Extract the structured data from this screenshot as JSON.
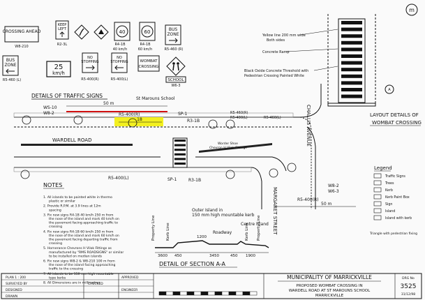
{
  "signs": {
    "crossing_ahead": "CROSSING AHEAD",
    "w8_210": "W8-210",
    "keep_left_a": "KEEP",
    "keep_left_b": "LEFT",
    "r2_3l": "R2-3L",
    "s40": "40",
    "s60": "60",
    "r4_1b_40": "R4-1B",
    "r4_1b_40_desc": "40 km/h",
    "r4_1b_60": "R4-1B",
    "r4_1b_60_desc": "60 km/h",
    "bus_zone_a": "BUS",
    "bus_zone_b": "ZONE",
    "r5_460r": "R5-460 (R)",
    "bus_zone2_a": "BUS",
    "bus_zone2_b": "ZONE",
    "r5_460l": "R5-460 (L)",
    "speed_num": "25",
    "speed_unit": "km/h",
    "no_stopping_a": "NO",
    "no_stopping_b": "STOPPING",
    "no_stopping_r": "R5-400(R)",
    "no_stopping_l": "R5-400(L)",
    "wombat_a": "WOMBAT",
    "wombat_b": "CROSSING",
    "school": "SCHOOL",
    "w6_3": "W6-3"
  },
  "crossing_notes": [
    "Yellow line 200 mm wide",
    "Both sides",
    "Concrete Ramp",
    "Black Oxide Concrete Threshold with",
    "Pedestrian Crossing Painted White"
  ],
  "headings": {
    "details_signs": "DETAILS OF TRAFFIC SIGNS",
    "layout_1": "LAYOUT DETAILS OF",
    "layout_2": "WOMBAT CROSSING",
    "notes": "NOTES",
    "section": "DETAIL OF SECTION A-A",
    "legend": "Legend"
  },
  "plan": {
    "school": "St Marouns School",
    "wardell": "WARDELL ROAD",
    "challis": "CHALLIS AVENUE",
    "margaret": "MARGARET STREET",
    "dist_50": "50 m",
    "dist_18": "18",
    "ws10": "WS-10",
    "w82": "W8-2",
    "r5400r": "R5-400(R)",
    "r5400l": "R5-400(L)",
    "r5460r": "R5-460(R)",
    "r5460l": "R5-460(L)",
    "sp1": "SP-1",
    "r31b": "R3-1B",
    "worder": "Worder Shoe",
    "chevron": "Chevron H Vilok Fittings",
    "w82b": "W8-2",
    "r5400r2": "R5-400(R)",
    "dist_50b": "50 m",
    "w63": "W6-3"
  },
  "notes": [
    "1. All islands to be painted white in thermo plastic or similar",
    "2. Provide R.P.M. at 3.9 lines at 12m spacing",
    "3. Fix new signs R4-1B 40 km/h 250 m from the nose of the island and mark 40 km/h on the pavement facing approaching traffic to crossing",
    "4. Fix new signs R4-1B 60 km/h 250 m from the nose of the island and mark 60 km/h on the pavement facing departing traffic from crossing",
    "5. Hornerance Chevrons H Vilok Fittings as manufactured by \"RMS ROADSIGNS\" or similar to be installed on median islands",
    "6. Fix new signs W8-2 & W8-210 100 m from the nose of the island facing approaching traffic to the crossing",
    "7. All islands to be 150 mm high mountable type kerbs",
    "8. All Dimensions are in millimetres"
  ],
  "section": {
    "outer1": "Outer Island in",
    "outer2": "150 mm high mountable kerb",
    "centre": "Centre Island",
    "roadway": "Roadway",
    "prop_left": "Property Line",
    "kerb_left": "Kerb Line",
    "kerb_right": "Kerb Line",
    "prop_right": "Property Line",
    "d3600": "3600",
    "d450a": "450",
    "d1200": "1200",
    "d3450": "3450",
    "d450b": "450",
    "d1900": "1900"
  },
  "legend_items": [
    "Traffic Signs",
    "Trees",
    "Kerb",
    "Kerb Paint Box",
    "Sign",
    "Island",
    "Island with kerb"
  ],
  "legend_footnote": "Triangle with pedestrian fixing",
  "title_block": {
    "municipality": "MUNICIPALITY OF MARRICKVILLE",
    "line1": "PROPOSED WOMBAT CROSSING IN",
    "line2": "WARDELL ROAD AT ST MAROUNS SCHOOL",
    "line3": "MARRICKVILLE",
    "drg_label": "DRG No",
    "drg_no": "3525",
    "date": "31/12/98",
    "scale_label": "PLAN 1 : 200",
    "surveyed": "SURVEYED BY",
    "designed": "DESIGNED",
    "drawn": "DRAWN",
    "checked": "CHECKED",
    "approved": "APPROVED",
    "engineer": "ENGINEER"
  }
}
